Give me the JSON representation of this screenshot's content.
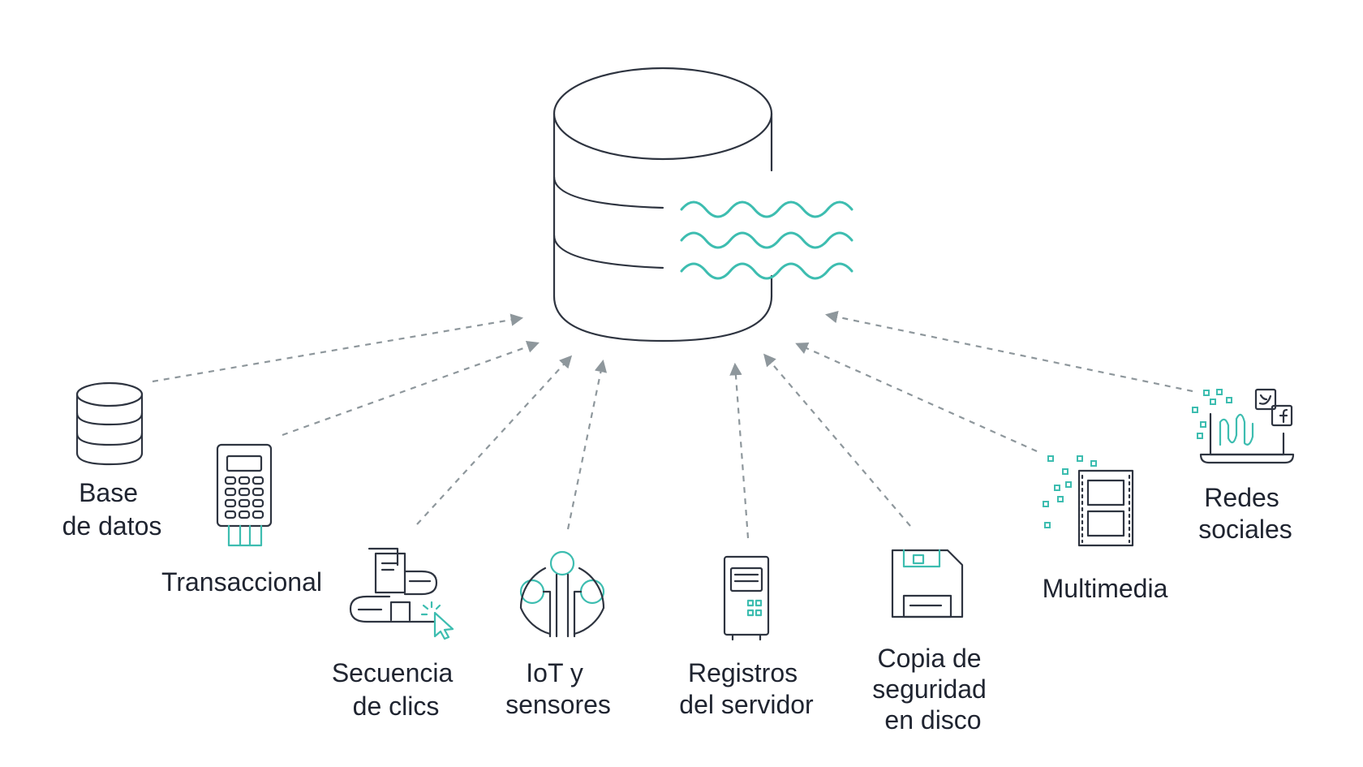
{
  "diagram": {
    "sources": [
      {
        "id": "base-de-datos",
        "lines": [
          "Base",
          "de datos"
        ]
      },
      {
        "id": "transaccional",
        "lines": [
          "Transaccional"
        ]
      },
      {
        "id": "secuencia-de-clics",
        "lines": [
          "Secuencia",
          "de clics"
        ]
      },
      {
        "id": "iot-y-sensores",
        "lines": [
          "IoT y",
          "sensores"
        ]
      },
      {
        "id": "registros-del-servidor",
        "lines": [
          "Registros",
          "del servidor"
        ]
      },
      {
        "id": "copia-de-seguridad",
        "lines": [
          "Copia de",
          "seguridad",
          "en disco"
        ]
      },
      {
        "id": "multimedia",
        "lines": [
          "Multimedia"
        ]
      },
      {
        "id": "redes-sociales",
        "lines": [
          "Redes",
          "sociales"
        ]
      }
    ],
    "colors": {
      "line": "#2e3440",
      "accent": "#3dbdb0",
      "arrow": "#8e979c",
      "text": "#1f2430"
    },
    "icons": {
      "target": "data-lake-cylinder-icon",
      "base-de-datos": "database-icon",
      "transaccional": "card-terminal-icon",
      "secuencia-de-clics": "clickstream-icon",
      "iot-y-sensores": "iot-sensor-icon",
      "registros-del-servidor": "server-tower-icon",
      "copia-de-seguridad": "floppy-disk-icon",
      "multimedia": "film-strip-icon",
      "redes-sociales": "social-laptop-icon"
    }
  }
}
